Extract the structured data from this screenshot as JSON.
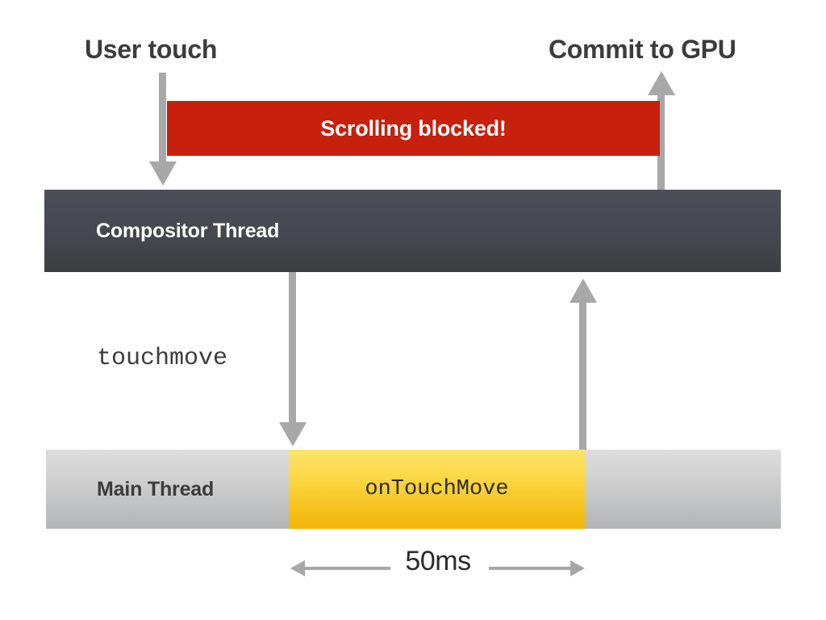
{
  "diagram": {
    "title_labels": {
      "user_touch": "User touch",
      "commit_to_gpu": "Commit to GPU"
    },
    "blocked_bar": {
      "label": "Scrolling blocked!",
      "color": "#c7200d",
      "text_color": "#ffffff"
    },
    "compositor": {
      "label": "Compositor Thread",
      "color_top": "#4c4f57",
      "color_bottom": "#3c3e42",
      "text_color": "#ffffff"
    },
    "event": {
      "label": "touchmove",
      "text_color": "#3c3c3c"
    },
    "main_thread": {
      "label": "Main Thread",
      "color_top": "#dedede",
      "color_bottom": "#b3b5b6",
      "text_color": "#3c3c3c"
    },
    "handler": {
      "label": "onTouchMove",
      "color_top": "#fde569",
      "color_bottom": "#f4b40c",
      "text_color": "#2e2a1c"
    },
    "measurement": {
      "label": "50ms",
      "arrow_color": "#a8a8a8"
    },
    "arrow_color": "#a8a8a8"
  }
}
